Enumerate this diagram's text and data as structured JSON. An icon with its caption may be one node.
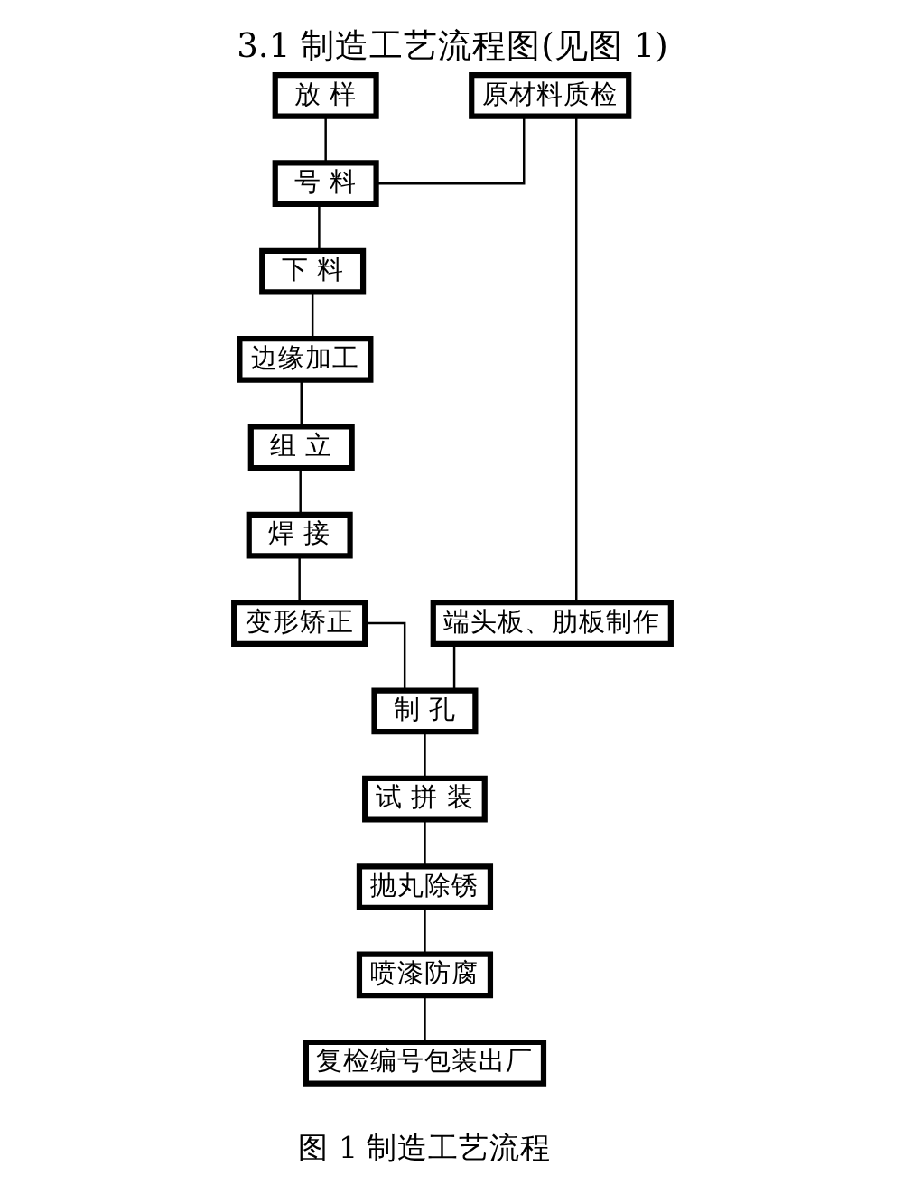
{
  "diagram": {
    "title": "3.1 制造工艺流程图(见图 1)",
    "caption": "图 1 制造工艺流程",
    "nodes": [
      {
        "text": [
          "原材料质检"
        ]
      },
      {
        "text": [
          "放 样"
        ]
      },
      {
        "text": [
          "号 料"
        ]
      },
      {
        "text": [
          "下 料"
        ]
      },
      {
        "text": [
          "边缘加工"
        ]
      },
      {
        "text": [
          "组 立"
        ]
      },
      {
        "text": [
          "焊 接"
        ]
      },
      {
        "text": [
          "端头板、肋板制作"
        ]
      },
      {
        "text": [
          "变形矫正"
        ]
      },
      {
        "text": [
          "制 孔"
        ]
      },
      {
        "text": [
          "试 拼 装"
        ]
      },
      {
        "text": [
          "抛丸除锈"
        ]
      },
      {
        "text": [
          "喷漆防腐"
        ]
      },
      {
        "text": [
          "复检编号包装出厂"
        ]
      }
    ],
    "edges": [
      {
        "from": 0,
        "to": 2,
        "arrow": "none"
      },
      {
        "from": 1,
        "to": 2,
        "arrow": "none"
      },
      {
        "from": 0,
        "to": 7,
        "arrow": "none"
      },
      {
        "from": 2,
        "to": 3,
        "arrow": "none"
      },
      {
        "from": 3,
        "to": 4,
        "arrow": "none"
      },
      {
        "from": 4,
        "to": 5,
        "arrow": "none"
      },
      {
        "from": 5,
        "to": 6,
        "arrow": "none"
      },
      {
        "from": 6,
        "to": 8,
        "arrow": "none"
      },
      {
        "from": 7,
        "to": 9,
        "arrow": "none"
      },
      {
        "from": 8,
        "to": 9,
        "arrow": "none"
      },
      {
        "from": 9,
        "to": 10,
        "arrow": "none"
      },
      {
        "from": 10,
        "to": 11,
        "arrow": "none"
      },
      {
        "from": 11,
        "to": 12,
        "arrow": "none"
      },
      {
        "from": 12,
        "to": 13,
        "arrow": "none"
      }
    ]
  }
}
